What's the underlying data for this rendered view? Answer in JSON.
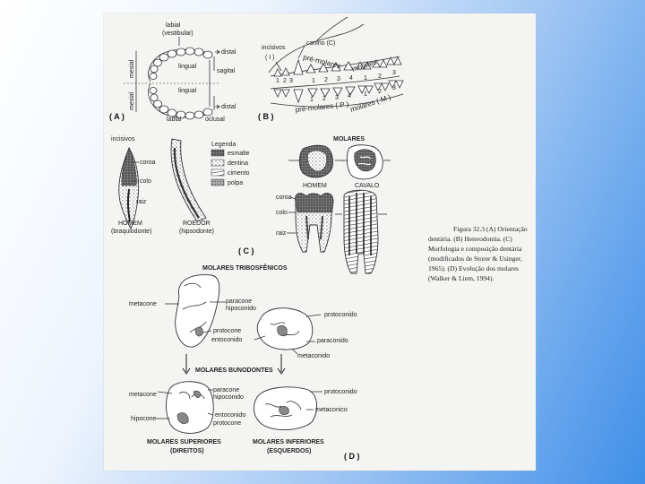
{
  "panel_a": {
    "label": "( A )",
    "labial_top": "labial",
    "vestibular": "(vestibular)",
    "distal_top": "distal",
    "lingual_1": "lingual",
    "sagital": "sagital",
    "lingual_2": "lingual",
    "distal_bottom": "distal",
    "labial_bottom": "labial",
    "oclusal": "oclusal",
    "mesial_1": "mesial",
    "mesial_2": "mesial"
  },
  "panel_b": {
    "label": "( B )",
    "incisivos": "incisivos",
    "i_tag": "( I )",
    "canino": "canino (C)",
    "pre_molares_top": "pré-molares",
    "molares_top": "molares",
    "pre_molares_bottom": "pré-molares ( P )",
    "molares_bottom": "molares ( M )"
  },
  "panel_c": {
    "label": "( C )",
    "incisivos": "incisivos",
    "coroa_1": "coroa",
    "colo_1": "colo",
    "raiz_1": "raiz",
    "homem_1": "HOMEM",
    "braquiodonte": "(braquiodonte)",
    "roedor": "ROEDOR",
    "hipsodonte": "(hipsodonte)",
    "legenda": "Legenda",
    "legend_items": [
      "esmalte",
      "dentina",
      "cimento",
      "polpa"
    ],
    "molares": "MOLARES",
    "homem_2": "HOMEM",
    "cavalo": "CAVALO",
    "coroa_2": "coroa",
    "colo_2": "colo",
    "raiz_2": "raiz"
  },
  "caption": [
    "Figura 32.3 (A) Orientação",
    "dentária. (B) Heterodontia. (C)",
    "Morfologia e composição dentária",
    "(modificados de Storer & Usinger,",
    "1965). (D) Evolução dos molares",
    "(Walker & Liem, 1994)."
  ],
  "panel_d": {
    "label": "( D )",
    "tribosfenicos": "MOLARES TRIBOSFÊNICOS",
    "metacone_1": "metacone",
    "paracone_1": "paracone",
    "hipoconido_1": "hipoconido",
    "protoconido_1": "protoconido",
    "protocone_1": "protocone",
    "entoconido_1": "entoconido",
    "paraconido_1": "paraconido",
    "metaconido_1": "metaconido",
    "bunodontes": "MOLARES BUNODONTES",
    "metacone_2": "metacone",
    "paracone_2": "paracone",
    "hipoconido_2": "hipoconido",
    "protoconido_2": "protoconido",
    "hipocone_2": "hipocone",
    "entoconido_2": "entoconido",
    "protocone_2": "protocone",
    "metaconico_2": "metaconico",
    "superiores": "MOLARES SUPERIORES",
    "direitos": "(DIREITOS)",
    "inferiores": "MOLARES INFERIORES",
    "esquerdos": "(ESQUERDOS)"
  },
  "colors": {
    "background_light": "#ffffff",
    "background_blue": "#3f8fe8",
    "figure_bg": "#f4f4f2"
  }
}
